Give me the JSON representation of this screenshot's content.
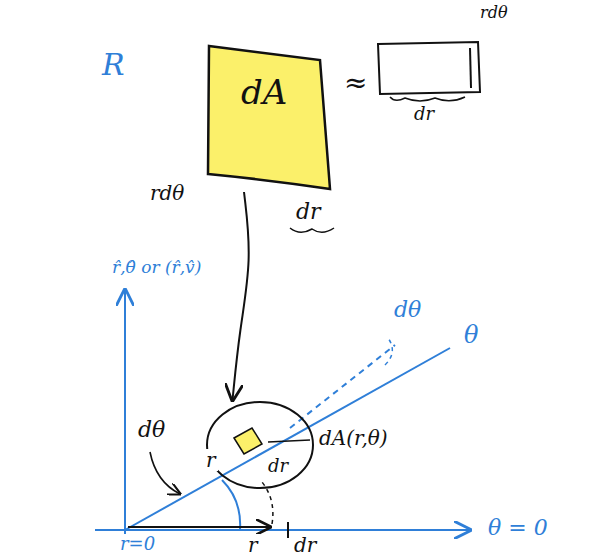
{
  "diagram": {
    "nodes": [
      {
        "text": [
          "dA"
        ]
      },
      {
        "text": [
          "dA(r,θ)"
        ]
      }
    ],
    "edges": [
      {
        "from": 0,
        "to": 1,
        "arrow": "to"
      }
    ],
    "labels": [
      "R",
      "≈",
      "rdθ",
      "dr",
      "rdθ",
      "dr",
      "r̂,θ̂ or (r̂,v̂)",
      "dθ",
      "θ",
      "dθ",
      "r",
      "dr",
      "r",
      "dr",
      "r=0",
      "θ = 0"
    ]
  }
}
